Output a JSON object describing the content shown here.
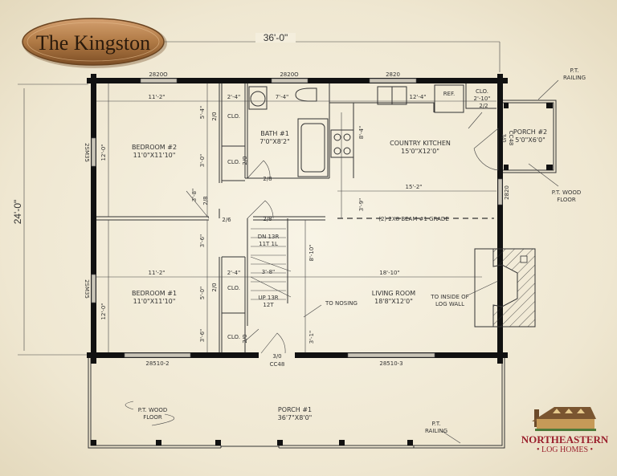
{
  "title": "The Kingston",
  "dimensions": {
    "overall_width": "36'-0\"",
    "overall_depth": "24'-0\""
  },
  "rooms": {
    "bedroom2": {
      "name": "BEDROOM #2",
      "size": "11'0\"X11'10\""
    },
    "bedroom1": {
      "name": "BEDROOM #1",
      "size": "11'0\"X11'10\""
    },
    "bath1": {
      "name": "BATH #1",
      "size": "7'0\"X8'2\""
    },
    "kitchen": {
      "name": "COUNTRY KITCHEN",
      "size": "15'0\"X12'0\""
    },
    "living": {
      "name": "LIVING ROOM",
      "size": "18'8\"X12'0\""
    },
    "porch2": {
      "name": "PORCH #2",
      "size": "5'0\"X6'0\""
    },
    "porch1": {
      "name": "PORCH #1",
      "size": "36'7\"X8'0\""
    }
  },
  "labels": {
    "closet": "CLO.",
    "ref": "REF.",
    "stairs_down": "DN 13R",
    "stairs_down_tread": "11T 1L",
    "stairs_up": "UP 13R",
    "stairs_up_tread": "12T",
    "beam": "(2) 2X8 BEAM #1 GRADE",
    "to_nosing": "TO NOSING",
    "to_inside_log_wall_1": "TO INSIDE OF",
    "to_inside_log_wall_2": "LOG WALL",
    "pt_railing_1": "P.T.",
    "pt_railing_2": "RAILING",
    "pt_wood_floor_1": "P.T. WOOD",
    "pt_wood_floor_2": "FLOOR"
  },
  "room_dims": {
    "bed2_w": "11'-2\"",
    "bed2_d": "12'-0\"",
    "clo_w_top": "2'-4\"",
    "bath_w": "7'-4\"",
    "clo_h1": "5'-4\"",
    "clo_h2": "3'-0\"",
    "hall_h": "3'-8\"",
    "kitchen_w": "12'-4\"",
    "clo_kitchen": "CLO.",
    "clo_kitchen_w": "2'-10\"",
    "kitchen_h": "8'-4\"",
    "kitchen_w2": "15'-2\"",
    "kitchen_h2": "3'-9\"",
    "bed1_w": "11'-2\"",
    "bed1_d": "12'-0\"",
    "bed1_clo_h1": "3'-6\"",
    "bed1_clo_h2": "5'-0\"",
    "bed1_clo_h3": "3'-6\"",
    "clo_w_bottom": "2'-4\"",
    "stair_w": "3'-8\"",
    "living_h": "8'-10\"",
    "living_h2": "3'-1\"",
    "living_w": "18'-10\""
  },
  "doors": {
    "d28a": "2/8",
    "d28b": "2/8",
    "d28c": "2/8",
    "d26": "2/6",
    "d20a": "2/0",
    "d20b": "2/0",
    "d20c": "2/0",
    "d20d": "2/0",
    "d30": "3/0",
    "d30b": "3/0",
    "cc48": "CC48",
    "cc48b": "CC48",
    "d22": "2/2"
  },
  "windows": {
    "top1": "2820O",
    "top2": "2820O",
    "top3": "2820",
    "left1": "2SM35",
    "left2": "2SM35",
    "right1": "2820",
    "bottom1": "28510-2",
    "bottom2": "28510-3"
  },
  "logo": {
    "line1": "NORTHEASTERN",
    "line2": "• LOG HOMES •"
  },
  "colors": {
    "wall": "#111111",
    "paper": "#f3eddb",
    "logo_red": "#9a1f2c",
    "plaque_wood": "#a8703f"
  }
}
